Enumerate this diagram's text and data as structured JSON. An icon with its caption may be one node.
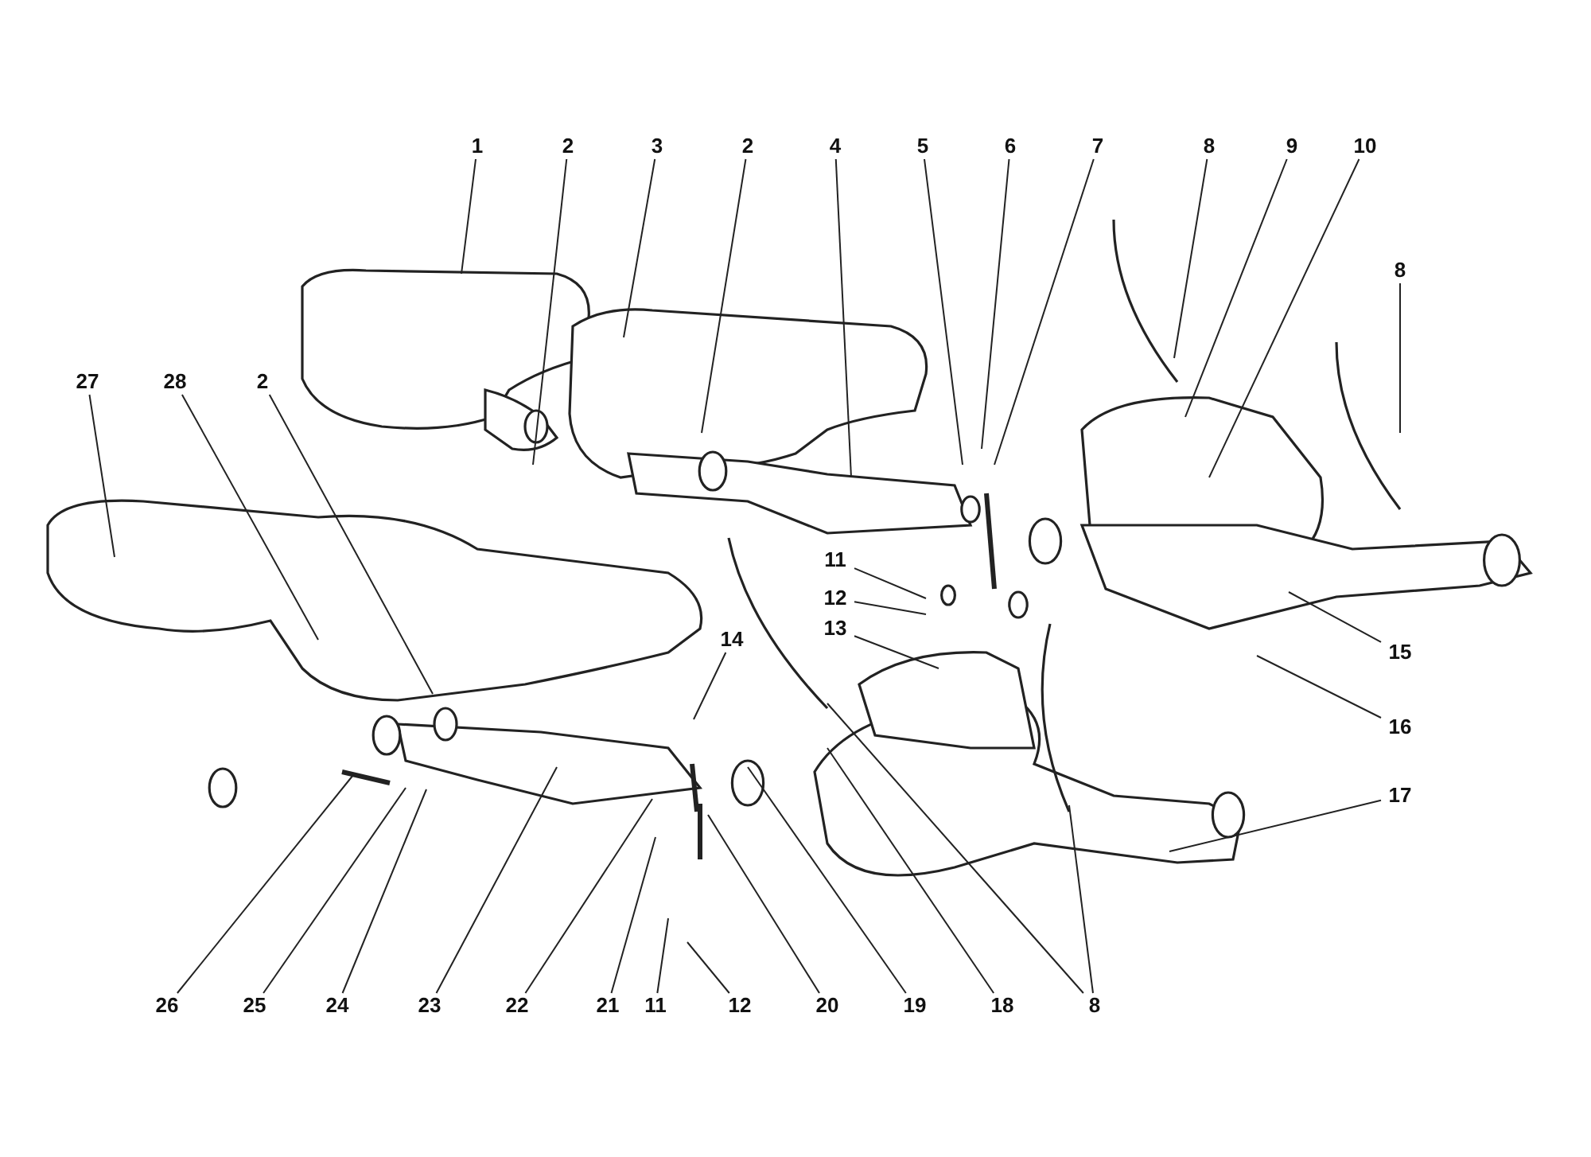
{
  "diagram": {
    "nodes": [
      {
        "text": [
          "1"
        ]
      },
      {
        "text": [
          "2"
        ]
      },
      {
        "text": [
          "3"
        ]
      },
      {
        "text": [
          "2"
        ]
      },
      {
        "text": [
          "4"
        ]
      },
      {
        "text": [
          "5"
        ]
      },
      {
        "text": [
          "6"
        ]
      },
      {
        "text": [
          "7"
        ]
      },
      {
        "text": [
          "8"
        ]
      },
      {
        "text": [
          "9"
        ]
      },
      {
        "text": [
          "10"
        ]
      },
      {
        "text": [
          "8"
        ]
      },
      {
        "text": [
          "27"
        ]
      },
      {
        "text": [
          "28"
        ]
      },
      {
        "text": [
          "2"
        ]
      },
      {
        "text": [
          "11"
        ]
      },
      {
        "text": [
          "12"
        ]
      },
      {
        "text": [
          "13"
        ]
      },
      {
        "text": [
          "14"
        ]
      },
      {
        "text": [
          "15"
        ]
      },
      {
        "text": [
          "16"
        ]
      },
      {
        "text": [
          "17"
        ]
      },
      {
        "text": [
          "26"
        ]
      },
      {
        "text": [
          "25"
        ]
      },
      {
        "text": [
          "24"
        ]
      },
      {
        "text": [
          "23"
        ]
      },
      {
        "text": [
          "22"
        ]
      },
      {
        "text": [
          "21"
        ]
      },
      {
        "text": [
          "11"
        ]
      },
      {
        "text": [
          "12"
        ]
      },
      {
        "text": [
          "20"
        ]
      },
      {
        "text": [
          "19"
        ]
      },
      {
        "text": [
          "18"
        ]
      },
      {
        "text": [
          "8"
        ]
      }
    ],
    "edges": [
      {
        "from": 0,
        "to": null,
        "arrow": "none"
      },
      {
        "from": 1,
        "to": null,
        "arrow": "none"
      },
      {
        "from": 2,
        "to": null,
        "arrow": "none"
      },
      {
        "from": 3,
        "to": null,
        "arrow": "none"
      },
      {
        "from": 4,
        "to": null,
        "arrow": "none"
      },
      {
        "from": 5,
        "to": null,
        "arrow": "none"
      },
      {
        "from": 6,
        "to": null,
        "arrow": "none"
      },
      {
        "from": 7,
        "to": null,
        "arrow": "none"
      },
      {
        "from": 8,
        "to": null,
        "arrow": "none"
      },
      {
        "from": 9,
        "to": null,
        "arrow": "none"
      },
      {
        "from": 10,
        "to": null,
        "arrow": "none"
      },
      {
        "from": 11,
        "to": null,
        "arrow": "none"
      },
      {
        "from": 12,
        "to": null,
        "arrow": "none"
      },
      {
        "from": 13,
        "to": null,
        "arrow": "none"
      },
      {
        "from": 14,
        "to": null,
        "arrow": "none"
      },
      {
        "from": 15,
        "to": null,
        "arrow": "none"
      },
      {
        "from": 16,
        "to": null,
        "arrow": "none"
      },
      {
        "from": 17,
        "to": null,
        "arrow": "none"
      },
      {
        "from": 18,
        "to": null,
        "arrow": "none"
      },
      {
        "from": 19,
        "to": null,
        "arrow": "none"
      },
      {
        "from": 20,
        "to": null,
        "arrow": "none"
      },
      {
        "from": 21,
        "to": null,
        "arrow": "none"
      },
      {
        "from": 22,
        "to": null,
        "arrow": "none"
      },
      {
        "from": 23,
        "to": null,
        "arrow": "none"
      },
      {
        "from": 24,
        "to": null,
        "arrow": "none"
      },
      {
        "from": 25,
        "to": null,
        "arrow": "none"
      },
      {
        "from": 26,
        "to": null,
        "arrow": "none"
      },
      {
        "from": 27,
        "to": null,
        "arrow": "none"
      },
      {
        "from": 28,
        "to": null,
        "arrow": "none"
      },
      {
        "from": 29,
        "to": null,
        "arrow": "none"
      },
      {
        "from": 30,
        "to": null,
        "arrow": "none"
      },
      {
        "from": 31,
        "to": null,
        "arrow": "none"
      },
      {
        "from": 32,
        "to": null,
        "arrow": "none"
      },
      {
        "from": 33,
        "to": null,
        "arrow": "none"
      },
      {
        "from": 33,
        "to": null,
        "arrow": "none"
      }
    ]
  }
}
